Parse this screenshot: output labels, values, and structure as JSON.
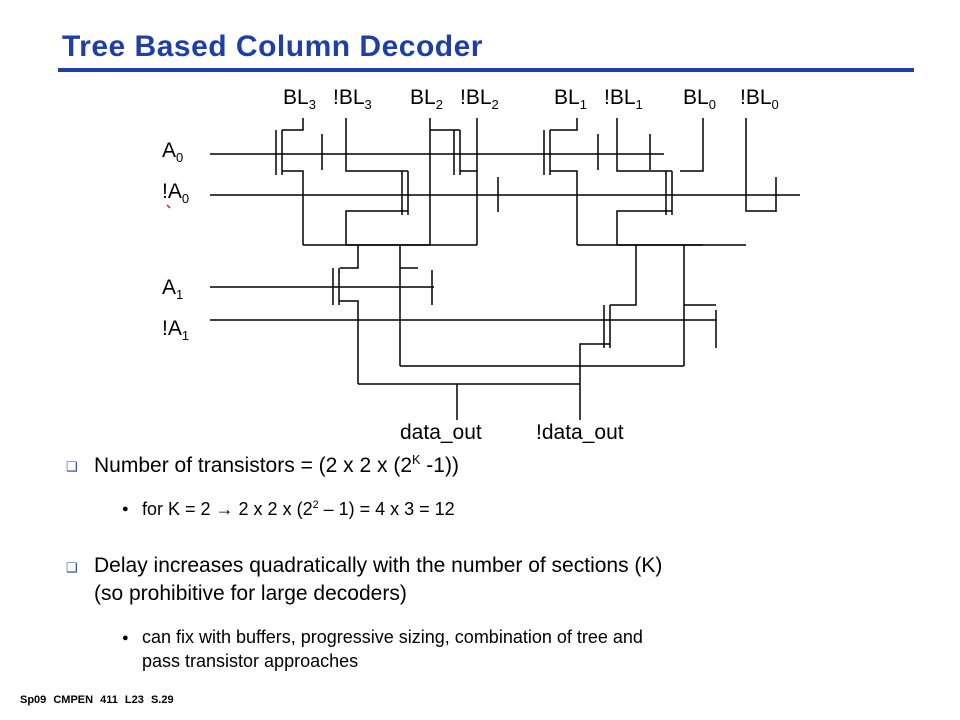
{
  "title": "Tree Based Column Decoder",
  "diagram": {
    "bitlines": [
      {
        "base": "BL",
        "sub": "3"
      },
      {
        "base": "!BL",
        "sub": "3"
      },
      {
        "base": "BL",
        "sub": "2"
      },
      {
        "base": "!BL",
        "sub": "2"
      },
      {
        "base": "BL",
        "sub": "1"
      },
      {
        "base": "!BL",
        "sub": "1"
      },
      {
        "base": "BL",
        "sub": "0"
      },
      {
        "base": "!BL",
        "sub": "0"
      }
    ],
    "address_lines": [
      {
        "base": "A",
        "sub": "0"
      },
      {
        "base": "!A",
        "sub": "0"
      },
      {
        "base": "A",
        "sub": "1"
      },
      {
        "base": "!A",
        "sub": "1"
      }
    ],
    "outputs": [
      "data_out",
      "!data_out"
    ]
  },
  "bullets": [
    {
      "text": "Number of transistors = (2 x 2 x (2",
      "sup": "K",
      "text_after": " -1))",
      "sub_bullets": [
        {
          "before": "for K = 2 ",
          "arrow": "→",
          "mid": " 2 x 2 x (2",
          "sup": "2",
          "after": " – 1) = 4 x 3 = 12"
        }
      ]
    },
    {
      "line1": "Delay increases quadratically with the number of sections (K)",
      "line2": "(so prohibitive for large decoders)",
      "sub_bullets": [
        {
          "line1": "can fix with buffers, progressive sizing, combination of tree and",
          "line2": "pass transistor approaches"
        }
      ]
    }
  ],
  "footer": {
    "course": "Sp09  CMPEN 411  L23",
    "slide": "S.29"
  }
}
